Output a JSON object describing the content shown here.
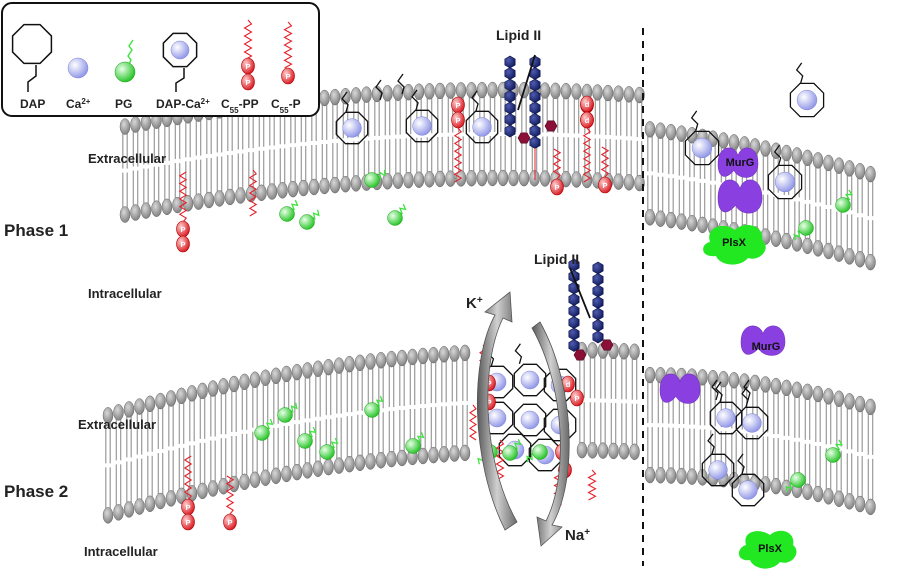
{
  "legend": {
    "items": [
      {
        "key": "dap",
        "label": "DAP"
      },
      {
        "key": "ca",
        "label": "Ca",
        "sup": "2+"
      },
      {
        "key": "pg",
        "label": "PG"
      },
      {
        "key": "dapca",
        "label": "DAP-Ca",
        "sup": "2+"
      },
      {
        "key": "c55pp",
        "label": "C",
        "sub": "55",
        "tail": "-PP"
      },
      {
        "key": "c55p",
        "label": "C",
        "sub": "55",
        "tail": "-P"
      }
    ]
  },
  "phase1": {
    "label": "Phase 1",
    "extracellular": "Extracellular",
    "intracellular": "Intracellular",
    "lipid2": "Lipid II",
    "murg": "MurG",
    "plsx": "PlsX"
  },
  "phase2": {
    "label": "Phase 2",
    "extracellular": "Extracellular",
    "intracellular": "Intracellular",
    "lipid2": "Lipid II",
    "murg": "MurG",
    "plsx": "PlsX",
    "k": "K",
    "k_sup": "+",
    "na": "Na",
    "na_sup": "+"
  },
  "phosphate_letter": "P",
  "d_letter": "d",
  "colors": {
    "membrane": "#8f8f8f",
    "ca": "#b8bef5",
    "pg": "#3ee43e",
    "lipid_red": "#e8202a",
    "lipid2_blue": "#1e2a78",
    "lipid2_red": "#8a1038",
    "murg": "#8a3fe0",
    "plsx": "#22e822"
  }
}
